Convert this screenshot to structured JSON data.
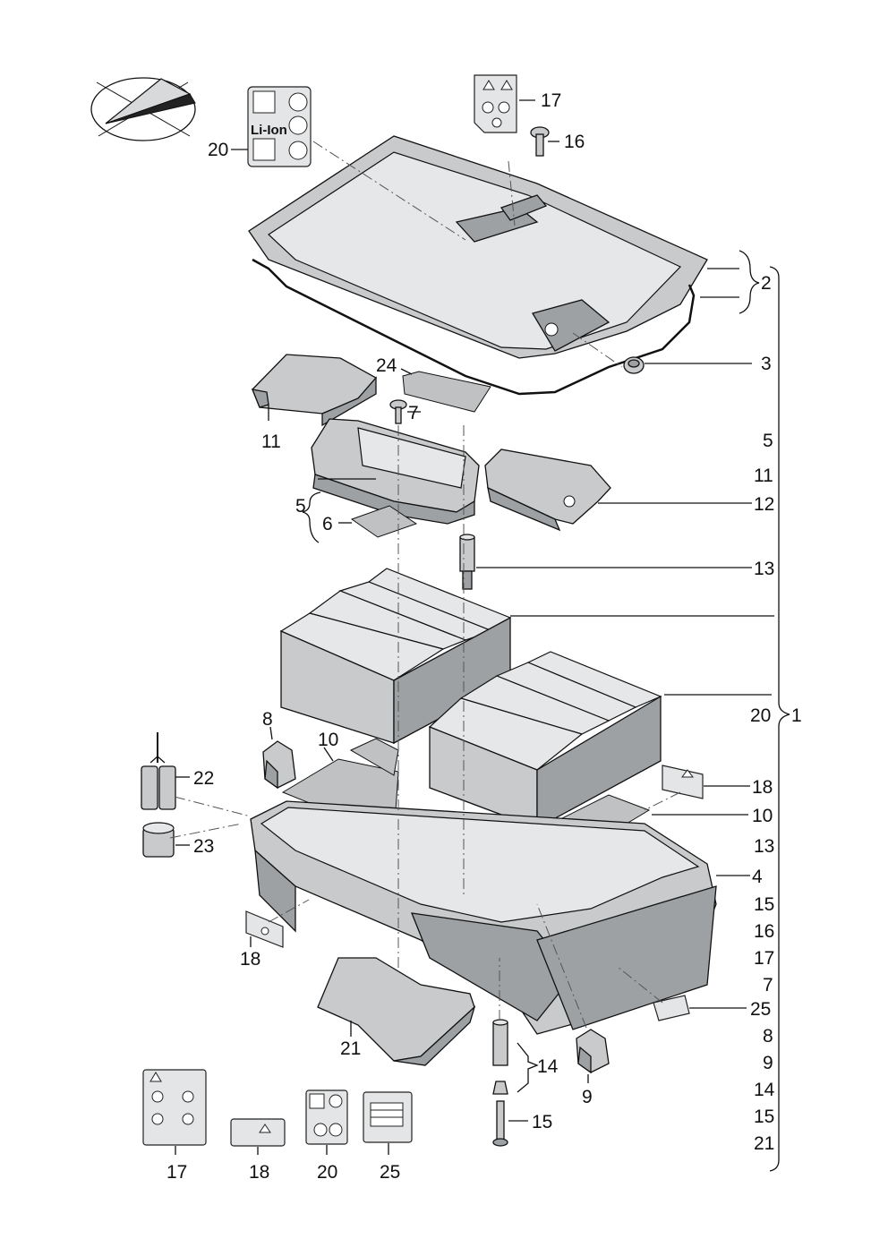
{
  "callouts": {
    "n20_top": "20",
    "n17_top": "17",
    "n16_top": "16",
    "n2": "2",
    "n3": "3",
    "n24": "24",
    "n7": "7",
    "n11": "11",
    "n5_left": "5",
    "n6": "6",
    "n12": "12",
    "n13": "13",
    "n8": "8",
    "n10_left": "10",
    "n22": "22",
    "n23": "23",
    "n18_mid": "18",
    "n10_right": "10",
    "n13_right": "13",
    "n4": "4",
    "n18_left": "18",
    "n21": "21",
    "n25_right": "25",
    "n14": "14",
    "n9": "9",
    "n15": "15",
    "n17_bottom": "17",
    "n18_bottom": "18",
    "n20_bottom": "20",
    "n25_bottom": "25",
    "n20_brace": "20",
    "n1": "1"
  },
  "right_column": [
    "5",
    "11",
    "12",
    "13",
    "",
    "",
    "20",
    "18",
    "10",
    "13",
    "4",
    "15",
    "16",
    "17",
    "7",
    "25",
    "8",
    "9",
    "14",
    "15",
    "21"
  ],
  "label_text": {
    "li_ion": "Li-Ion"
  },
  "colors": {
    "part": "#c8cacb",
    "part_dark": "#9ea1a3",
    "line": "#111111"
  }
}
